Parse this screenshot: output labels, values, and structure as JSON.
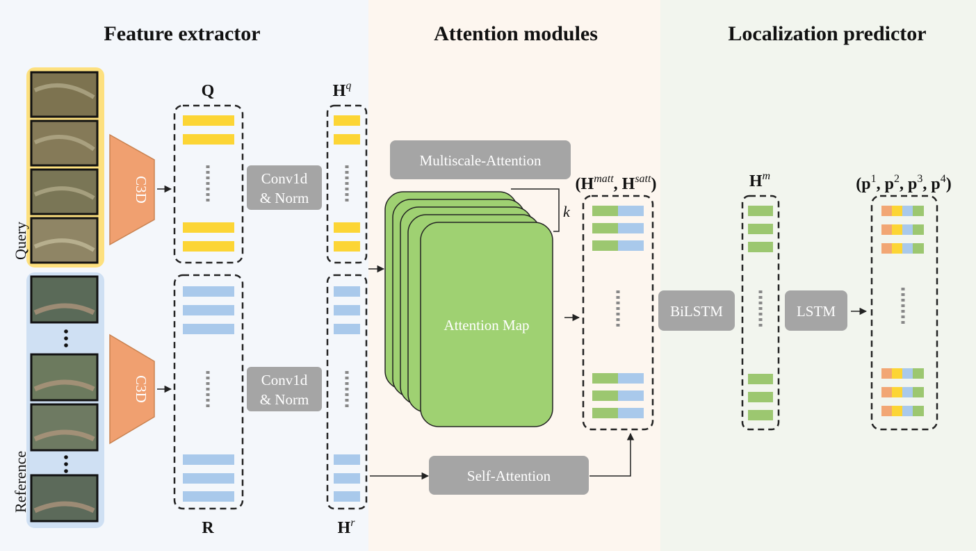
{
  "sections": {
    "feature_extractor": "Feature extractor",
    "attention_modules": "Attention modules",
    "localization_predictor": "Localization predictor"
  },
  "inputs": {
    "query": "Query",
    "reference": "Reference"
  },
  "blocks": {
    "c3d": "C3D",
    "conv1d": "Conv1d",
    "norm": "& Norm",
    "multiscale": "Multiscale-Attention",
    "self_attention": "Self-Attention",
    "attention_map": "Attention Map",
    "bilstm": "BiLSTM",
    "lstm": "LSTM",
    "stack_count": "k"
  },
  "labels": {
    "Q": "Q",
    "R": "R",
    "H": "H",
    "q_sup": "q",
    "r_sup": "r",
    "m_sup": "m",
    "matt_sup": "matt",
    "satt_sup": "satt",
    "p": "p",
    "p_sups": [
      "1",
      "2",
      "3",
      "4"
    ],
    "open_paren": "(",
    "close_paren": ")",
    "comma": ", "
  },
  "colors": {
    "yellow_bar": "#fcd535",
    "blue_bar": "#a9c9eb",
    "green_bar": "#9cc770",
    "orange_bar": "#f2a674",
    "gray_block": "#a5a5a5",
    "green_card": "#9fd172",
    "c3d": "#f0a070",
    "query_panel": "#fde07e",
    "reference_panel": "#cfe0f3",
    "panel_attention": "#fdf6ef",
    "panel_feature": "#f4f7fb",
    "panel_localization": "#f2f5ee"
  }
}
